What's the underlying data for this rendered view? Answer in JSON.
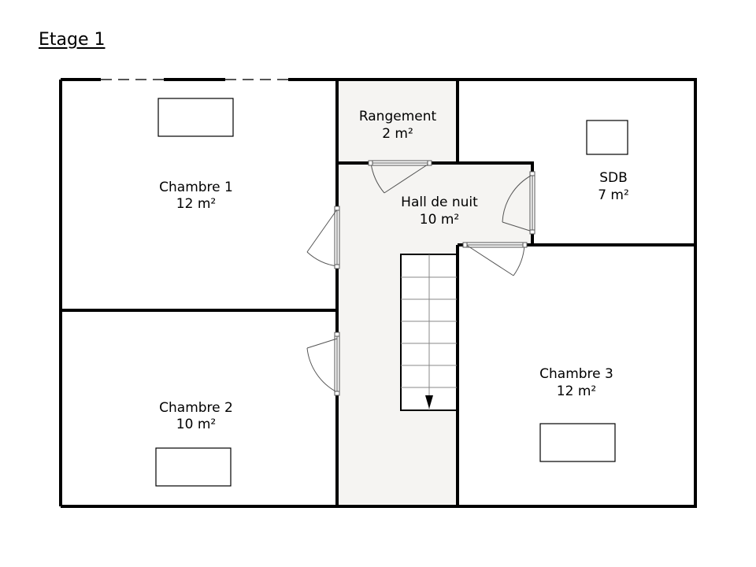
{
  "floor_title": "Etage 1",
  "colors": {
    "hall_fill": "#f5f4f2",
    "wall": "#000000",
    "door": "#555555"
  },
  "rooms": [
    {
      "key": "ch1",
      "name": "Chambre 1",
      "area": "12 m²"
    },
    {
      "key": "rang",
      "name": "Rangement",
      "area": "2 m²"
    },
    {
      "key": "sdb",
      "name": "SDB",
      "area": "7 m²"
    },
    {
      "key": "hall",
      "name": "Hall de nuit",
      "area": "10 m²"
    },
    {
      "key": "ch2",
      "name": "Chambre 2",
      "area": "10 m²"
    },
    {
      "key": "ch3",
      "name": "Chambre 3",
      "area": "12 m²"
    }
  ]
}
